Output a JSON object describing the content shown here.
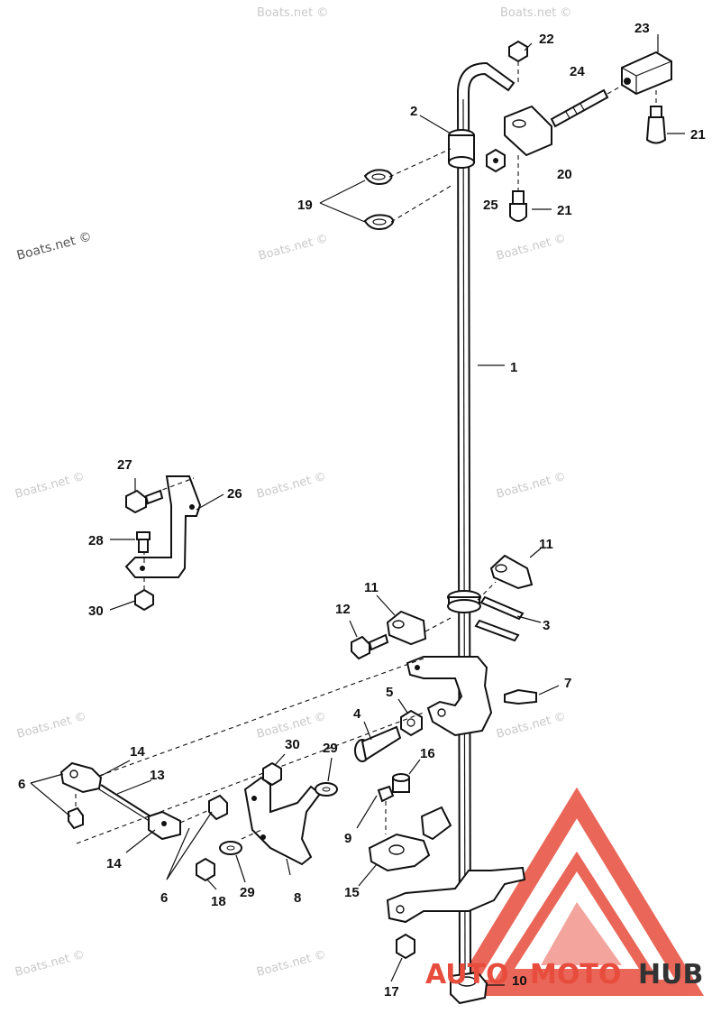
{
  "watermark_text": "Boats.net ©",
  "brand": {
    "part1": "AUTO",
    "part2": "MOTO",
    "part3": "HUB",
    "accent_color": "#e74c3c",
    "dark_color": "#333333"
  },
  "callouts": {
    "n1": "1",
    "n2": "2",
    "n3": "3",
    "n4": "4",
    "n5": "5",
    "n6a": "6",
    "n6b": "6",
    "n7": "7",
    "n8": "8",
    "n9": "9",
    "n10": "10",
    "n11a": "11",
    "n11b": "11",
    "n12": "12",
    "n13": "13",
    "n14a": "14",
    "n14b": "14",
    "n15": "15",
    "n16": "16",
    "n17": "17",
    "n18": "18",
    "n19": "19",
    "n20": "20",
    "n21a": "21",
    "n21b": "21",
    "n22": "22",
    "n23": "23",
    "n24": "24",
    "n25": "25",
    "n26": "26",
    "n27": "27",
    "n28": "28",
    "n29a": "29",
    "n29b": "29",
    "n30a": "30",
    "n30b": "30"
  }
}
